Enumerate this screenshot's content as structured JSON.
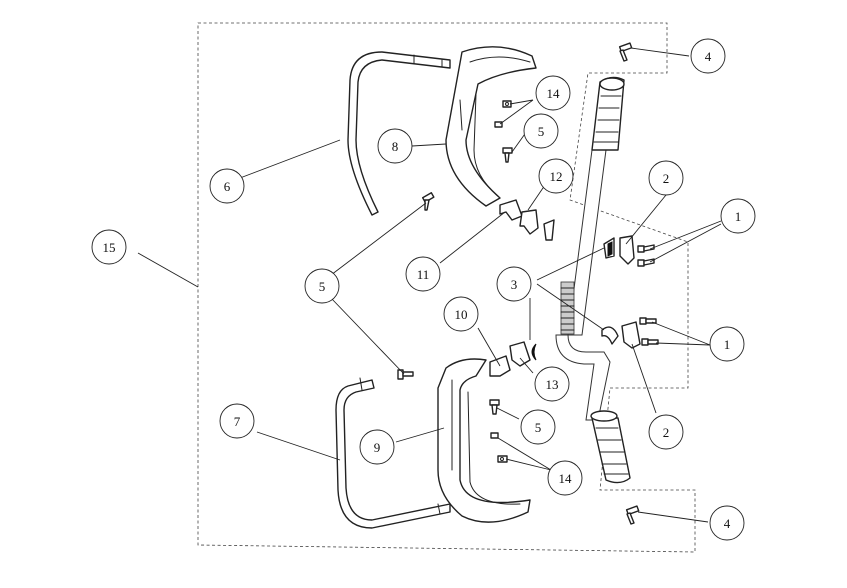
{
  "callouts": [
    {
      "id": "c1a",
      "label": "1"
    },
    {
      "id": "c1b",
      "label": "1"
    },
    {
      "id": "c2a",
      "label": "2"
    },
    {
      "id": "c2b",
      "label": "2"
    },
    {
      "id": "c3",
      "label": "3"
    },
    {
      "id": "c4a",
      "label": "4"
    },
    {
      "id": "c4b",
      "label": "4"
    },
    {
      "id": "c5a",
      "label": "5"
    },
    {
      "id": "c5b",
      "label": "5"
    },
    {
      "id": "c5c",
      "label": "5"
    },
    {
      "id": "c6",
      "label": "6"
    },
    {
      "id": "c7",
      "label": "7"
    },
    {
      "id": "c8",
      "label": "8"
    },
    {
      "id": "c9",
      "label": "9"
    },
    {
      "id": "c10",
      "label": "10"
    },
    {
      "id": "c11",
      "label": "11"
    },
    {
      "id": "c12",
      "label": "12"
    },
    {
      "id": "c13",
      "label": "13"
    },
    {
      "id": "c14a",
      "label": "14"
    },
    {
      "id": "c14b",
      "label": "14"
    },
    {
      "id": "c15",
      "label": "15"
    }
  ]
}
